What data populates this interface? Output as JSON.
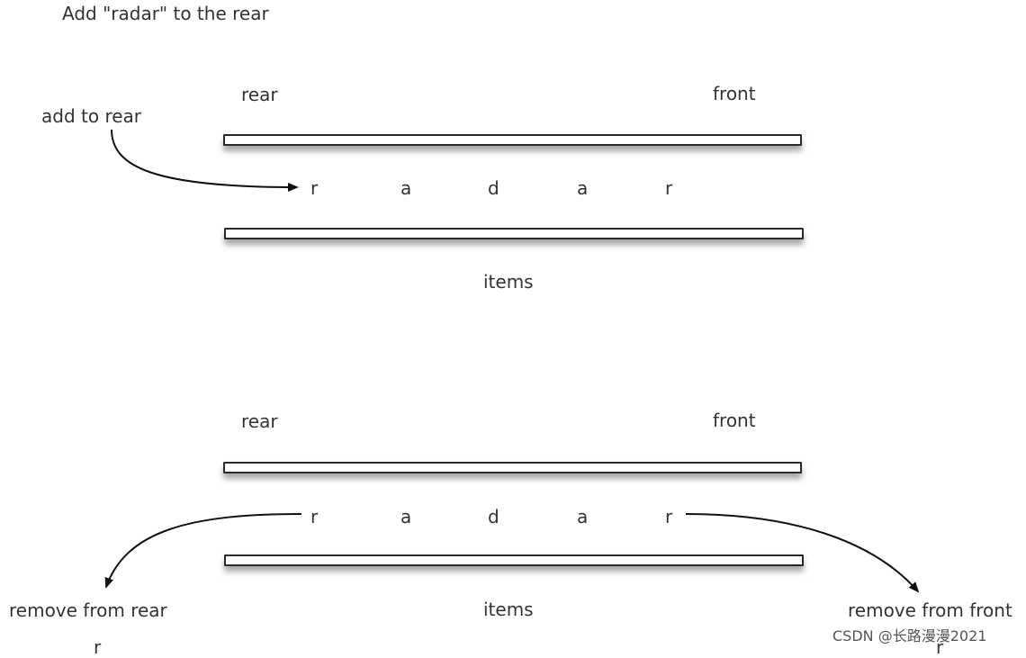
{
  "title": "Add \"radar\" to the rear",
  "top_diagram": {
    "rear_label": "rear",
    "front_label": "front",
    "add_label": "add to rear",
    "items_label": "items",
    "letters": [
      "r",
      "a",
      "d",
      "a",
      "r"
    ]
  },
  "bottom_diagram": {
    "rear_label": "rear",
    "front_label": "front",
    "remove_rear_label": "remove from rear",
    "remove_front_label": "remove from front",
    "items_label": "items",
    "letters": [
      "r",
      "a",
      "d",
      "a",
      "r"
    ],
    "removed_rear_char": "r",
    "removed_front_char": "r"
  },
  "watermark": "CSDN @长路漫漫2021"
}
